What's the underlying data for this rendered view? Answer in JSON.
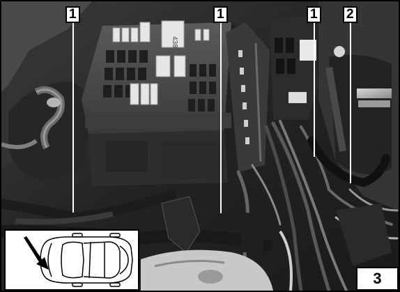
{
  "callouts": [
    {
      "id": "c1",
      "label": "1"
    },
    {
      "id": "c2",
      "label": "1"
    },
    {
      "id": "c3",
      "label": "1"
    },
    {
      "id": "c4",
      "label": "2"
    }
  ],
  "relay_marking": "438",
  "figure_number": "3",
  "colors": {
    "background": "#2a2a2a",
    "label_background": "#ffffff",
    "label_border": "#000000",
    "leader_line": "#ffffff"
  }
}
